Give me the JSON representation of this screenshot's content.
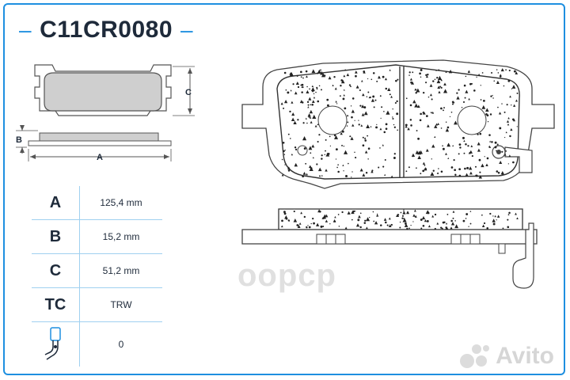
{
  "title": {
    "text": "C11CR0080",
    "dash": "–"
  },
  "dimensions": {
    "a_label": "A",
    "b_label": "B",
    "c_label": "C"
  },
  "specs": [
    {
      "key": "A",
      "value": "125,4 mm"
    },
    {
      "key": "B",
      "value": "15,2 mm"
    },
    {
      "key": "C",
      "value": "51,2 mm"
    },
    {
      "key": "TC",
      "value": "TRW"
    },
    {
      "key": "sensor-icon",
      "value": "0"
    }
  ],
  "watermarks": {
    "brand": "oopcp",
    "avito": "Avito"
  },
  "colors": {
    "accent": "#1e8fe0",
    "pad_fill": "#cfcfcf",
    "text": "#1e2a3a"
  }
}
